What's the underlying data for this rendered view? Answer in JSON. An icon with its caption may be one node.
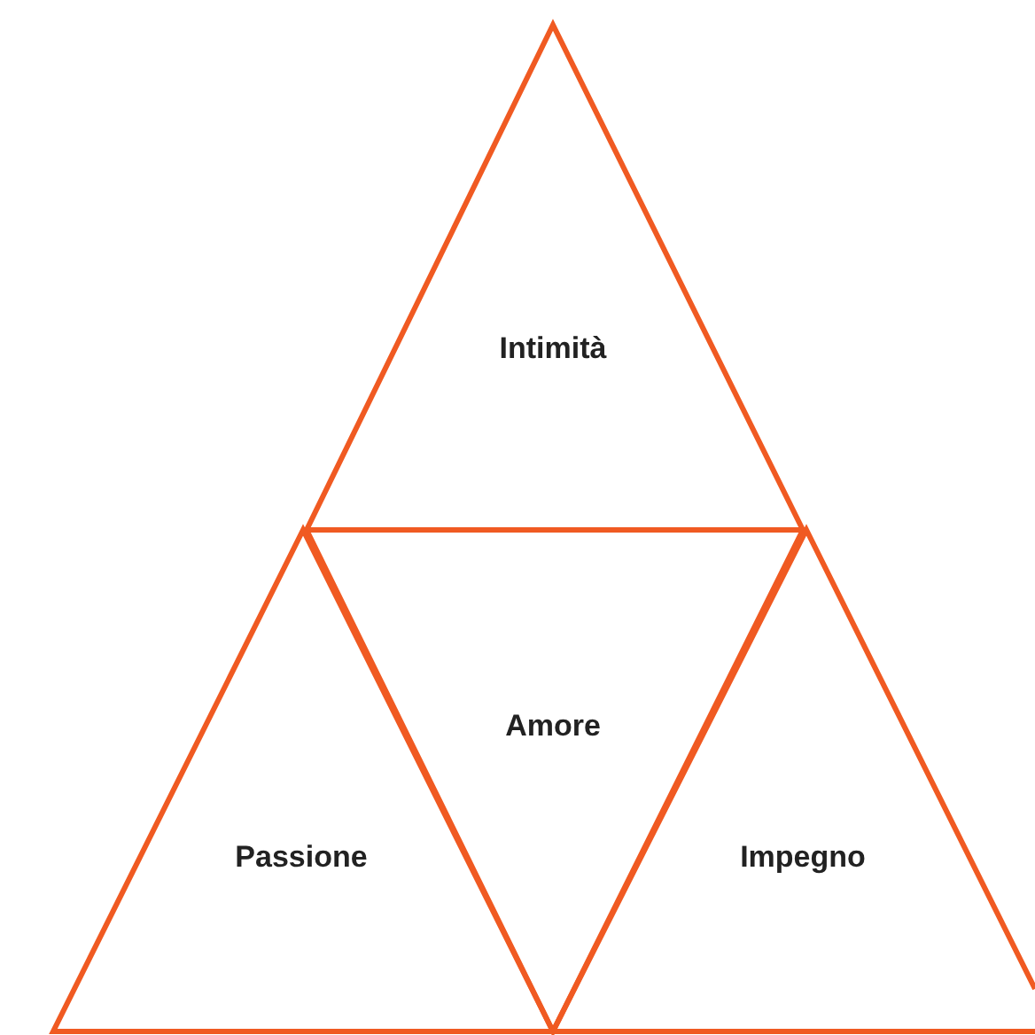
{
  "diagram": {
    "nodes": [
      {
        "text": [
          "Intimità"
        ]
      },
      {
        "text": [
          "Amore"
        ]
      },
      {
        "text": [
          "Passione"
        ]
      },
      {
        "text": [
          "Impegno"
        ]
      }
    ]
  }
}
